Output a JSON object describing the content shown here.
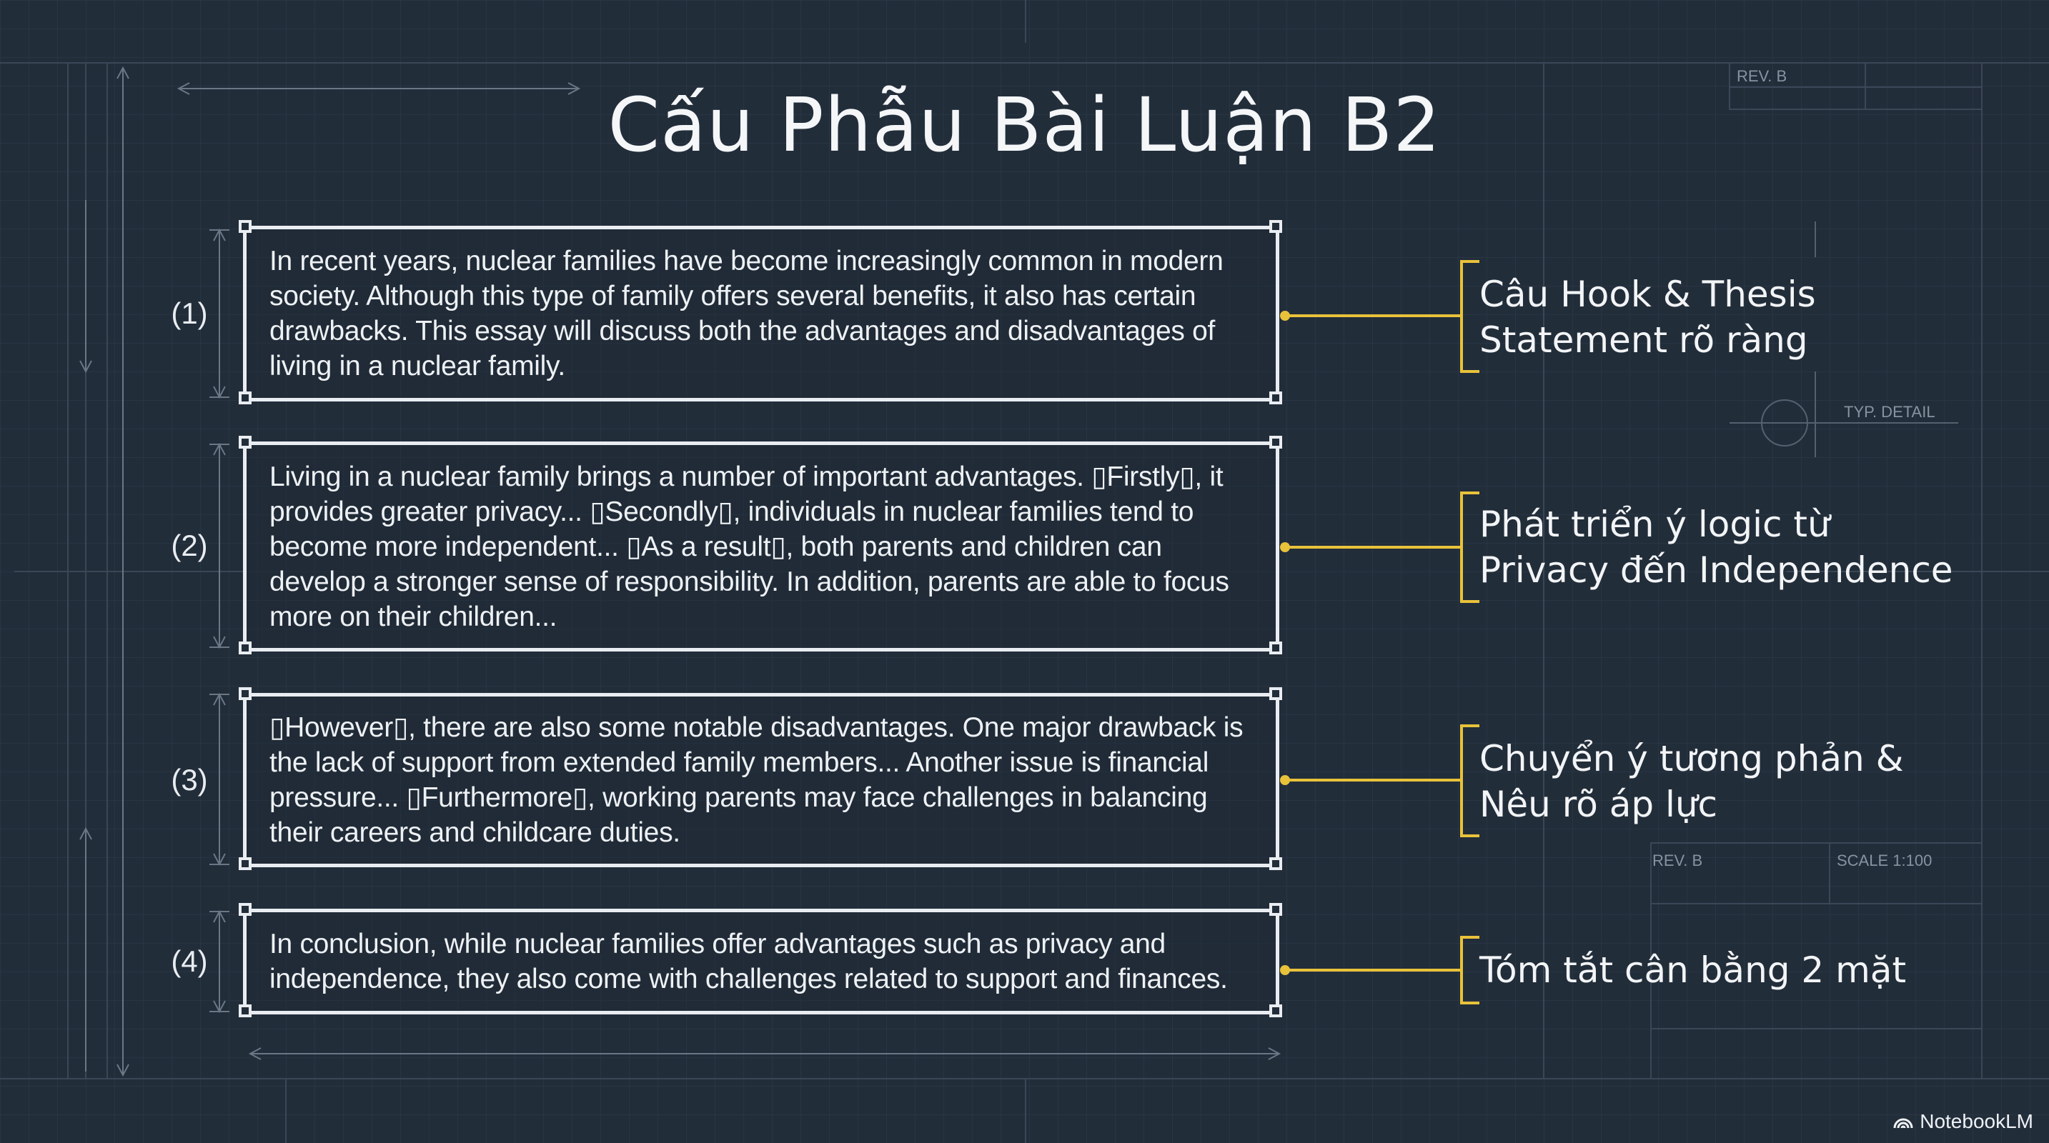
{
  "title": "Cấu Phẫu Bài Luận B2",
  "paragraphs": [
    {
      "number": "(1)",
      "text": "In recent years, nuclear families have become increasingly common in modern society. Although this type of family offers several benefits, it also has certain drawbacks. This essay will discuss both the advantages and disadvantages of living in a nuclear family.",
      "annotation_line1": "Câu Hook & Thesis",
      "annotation_line2": "Statement rõ ràng"
    },
    {
      "number": "(2)",
      "text": "Living in a nuclear family brings a number of important advantages. ▯Firstly▯, it provides greater privacy... ▯Secondly▯, individuals in nuclear families tend to become more independent... ▯As a result▯, both parents and children can develop a stronger sense of responsibility. In addition, parents are able to focus more on their children...",
      "annotation_line1": "Phát triển ý logic từ",
      "annotation_line2": "Privacy đến Independence"
    },
    {
      "number": "(3)",
      "text": "▯However▯, there are also some notable disadvantages. One major drawback is the lack of support from extended family members... Another issue is financial pressure... ▯Furthermore▯, working parents may face challenges in balancing their careers and childcare duties.",
      "annotation_line1": "Chuyển ý tương phản &",
      "annotation_line2": "Nêu rõ áp lực"
    },
    {
      "number": "(4)",
      "text": "In conclusion, while nuclear families offer advantages such as privacy and independence, they also come with challenges related to support and finances.",
      "annotation_line1": "Tóm tắt cân bằng 2 mặt",
      "annotation_line2": ""
    }
  ],
  "blueprint_labels": {
    "rev_top": "REV. B",
    "typ_detail": "TYP. DETAIL",
    "rev_bottom": "REV. B",
    "scale": "SCALE 1:100"
  },
  "brand": "NotebookLM",
  "colors": {
    "background": "#222d3a",
    "accent": "#e8c23a",
    "box_border": "#e9edf1"
  }
}
